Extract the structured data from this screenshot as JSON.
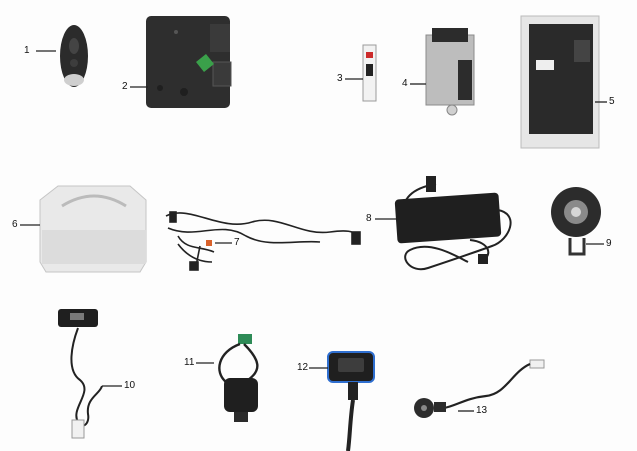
{
  "diagram": {
    "callouts": [
      {
        "id": "1",
        "part_icon": "remote-key-fob-icon"
      },
      {
        "id": "2",
        "part_icon": "control-box-icon"
      },
      {
        "id": "3",
        "part_icon": "circuit-breaker-icon"
      },
      {
        "id": "4",
        "part_icon": "relay-module-icon"
      },
      {
        "id": "5",
        "part_icon": "motor-controller-icon"
      },
      {
        "id": "6",
        "part_icon": "battery-box-icon"
      },
      {
        "id": "7",
        "part_icon": "wiring-harness-icon"
      },
      {
        "id": "8",
        "part_icon": "battery-charger-icon"
      },
      {
        "id": "9",
        "part_icon": "horn-icon"
      },
      {
        "id": "10",
        "part_icon": "sensor-cable-icon"
      },
      {
        "id": "11",
        "part_icon": "connector-cable-icon"
      },
      {
        "id": "12",
        "part_icon": "charging-socket-icon"
      },
      {
        "id": "13",
        "part_icon": "speed-sensor-icon"
      }
    ],
    "colors": {
      "part_dark": "#2b2b2b",
      "part_light": "#e9e9e9",
      "harness_accent": "#d9622b",
      "socket_accent": "#2f6fd0",
      "ground_label": "#3aa04a"
    }
  }
}
